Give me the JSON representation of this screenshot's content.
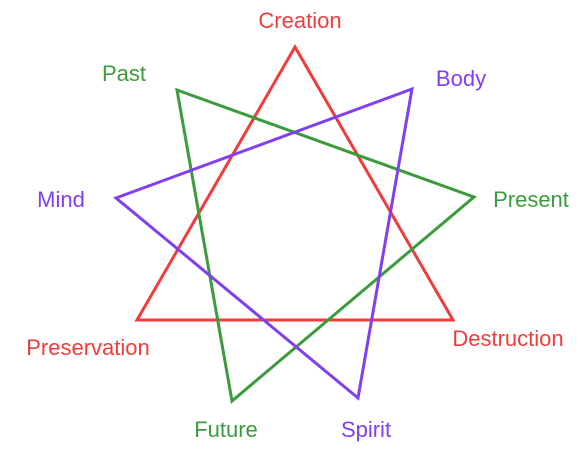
{
  "colors": {
    "red": "#f03c3c",
    "green": "#3c9b3c",
    "purple": "#8040f0",
    "background": "#ffffff"
  },
  "triangles": [
    {
      "name": "red-triangle",
      "color_key": "red"
    },
    {
      "name": "green-triangle",
      "color_key": "green"
    },
    {
      "name": "purple-triangle",
      "color_key": "purple"
    }
  ],
  "labels": {
    "creation": "Creation",
    "preservation": "Preservation",
    "destruction": "Destruction",
    "past": "Past",
    "present": "Present",
    "future": "Future",
    "body": "Body",
    "mind": "Mind",
    "spirit": "Spirit"
  }
}
